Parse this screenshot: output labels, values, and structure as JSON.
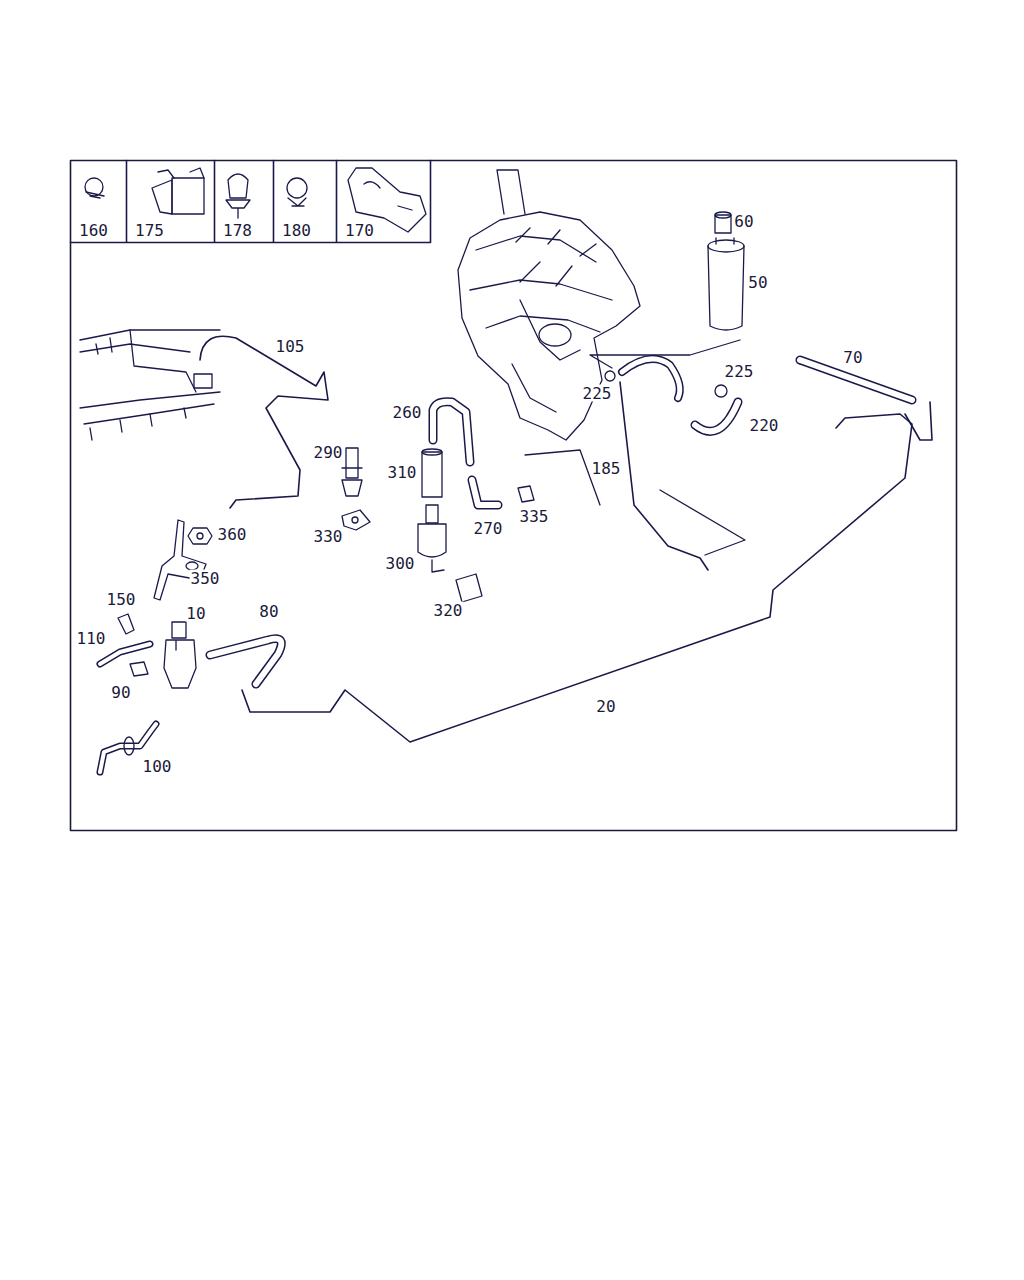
{
  "diagram": {
    "nodes": [
      {
        "text": [
          "160"
        ]
      },
      {
        "text": [
          "175"
        ]
      },
      {
        "text": [
          "178"
        ]
      },
      {
        "text": [
          "180"
        ]
      },
      {
        "text": [
          "170"
        ]
      }
    ],
    "labels": [
      "60",
      "50",
      "105",
      "70",
      "225",
      "225",
      "260",
      "220",
      "290",
      "310",
      "185",
      "360",
      "330",
      "270",
      "335",
      "300",
      "350",
      "150",
      "10",
      "80",
      "110",
      "320",
      "90",
      "20",
      "100"
    ]
  }
}
